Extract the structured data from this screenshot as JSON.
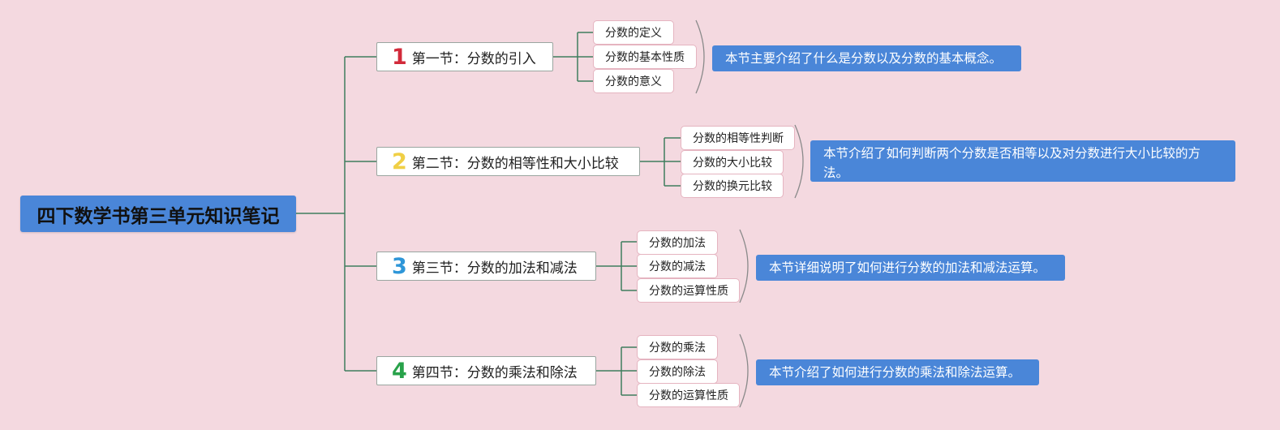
{
  "root": {
    "title": "四下数学书第三单元知识笔记"
  },
  "colors": {
    "background": "#f4d9e0",
    "accent_blue": "#4a86d8",
    "connector": "#3f7d5e",
    "num1": "#d22a3a",
    "num2": "#f0cf45",
    "num3": "#2e96d8",
    "num4": "#28a24a"
  },
  "sections": [
    {
      "number": "1",
      "title": "第一节：分数的引入",
      "subtopics": [
        "分数的定义",
        "分数的基本性质",
        "分数的意义"
      ],
      "summary": "本节主要介绍了什么是分数以及分数的基本概念。"
    },
    {
      "number": "2",
      "title": "第二节：分数的相等性和大小比较",
      "subtopics": [
        "分数的相等性判断",
        "分数的大小比较",
        "分数的换元比较"
      ],
      "summary": "本节介绍了如何判断两个分数是否相等以及对分数进行大小比较的方法。"
    },
    {
      "number": "3",
      "title": "第三节：分数的加法和减法",
      "subtopics": [
        "分数的加法",
        "分数的减法",
        "分数的运算性质"
      ],
      "summary": "本节详细说明了如何进行分数的加法和减法运算。"
    },
    {
      "number": "4",
      "title": "第四节：分数的乘法和除法",
      "subtopics": [
        "分数的乘法",
        "分数的除法",
        "分数的运算性质"
      ],
      "summary": "本节介绍了如何进行分数的乘法和除法运算。"
    }
  ]
}
